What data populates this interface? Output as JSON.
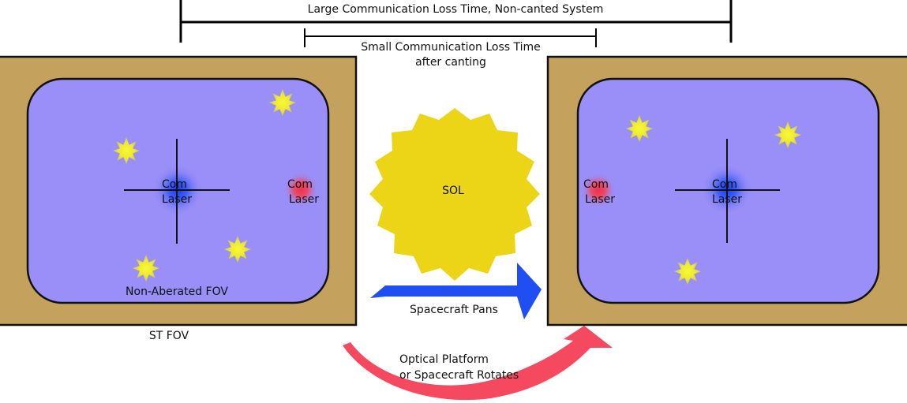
{
  "labels": {
    "large_loss": "Large Communication Loss Time, Non-canted System",
    "small_loss_1": "Small Communication Loss Time",
    "small_loss_2": "after canting",
    "com": "Com",
    "laser": "Laser",
    "non_aberated_fov": "Non-Aberated FOV",
    "st_fov": "ST FOV",
    "sol": "SOL",
    "spacecraft_pans": "Spacecraft Pans",
    "rotate_1": "Optical Platform",
    "rotate_2": "or Spacecraft Rotates"
  },
  "colors": {
    "frame": "#c4a25e",
    "fov": "#9a8ef8",
    "sun": "#ecd417",
    "pan_arrow": "#1f4ff2",
    "rotate_arrow": "#f4495f",
    "com_laser_center": "#1d3cf4",
    "com_laser_offset": "#e8334f",
    "star": "#f2ee2c"
  }
}
